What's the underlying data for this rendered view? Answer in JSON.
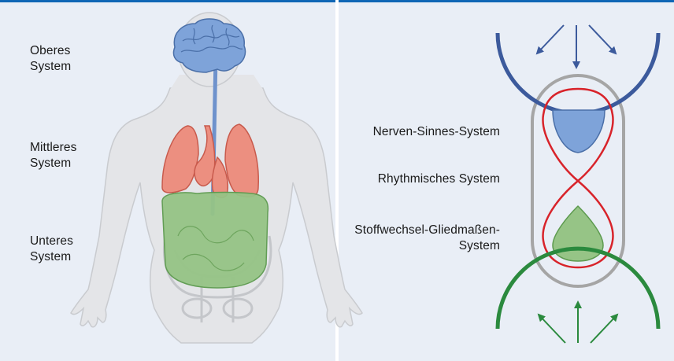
{
  "left_panel": {
    "labels": {
      "upper": "Oberes\nSystem",
      "middle": "Mittleres\nSystem",
      "lower": "Unteres\nSystem"
    }
  },
  "right_panel": {
    "labels": {
      "nerve_sense": "Nerven-Sinnes-System",
      "rhythmic": "Rhythmisches System",
      "metabolic_limb": "Stoffwechsel-Gliedmaßen-\nSystem"
    }
  },
  "colors": {
    "accent_rule": "#0f66b5",
    "panel_bg": "#e9eef6",
    "brain": "#7ea3d9",
    "lungs": "#ec8f80",
    "abdomen": "#96c486",
    "arc_top": "#3c5a9c",
    "arc_bottom": "#2b8a3e",
    "lemniscate": "#d8232a",
    "capsule": "#a5a5a5"
  }
}
